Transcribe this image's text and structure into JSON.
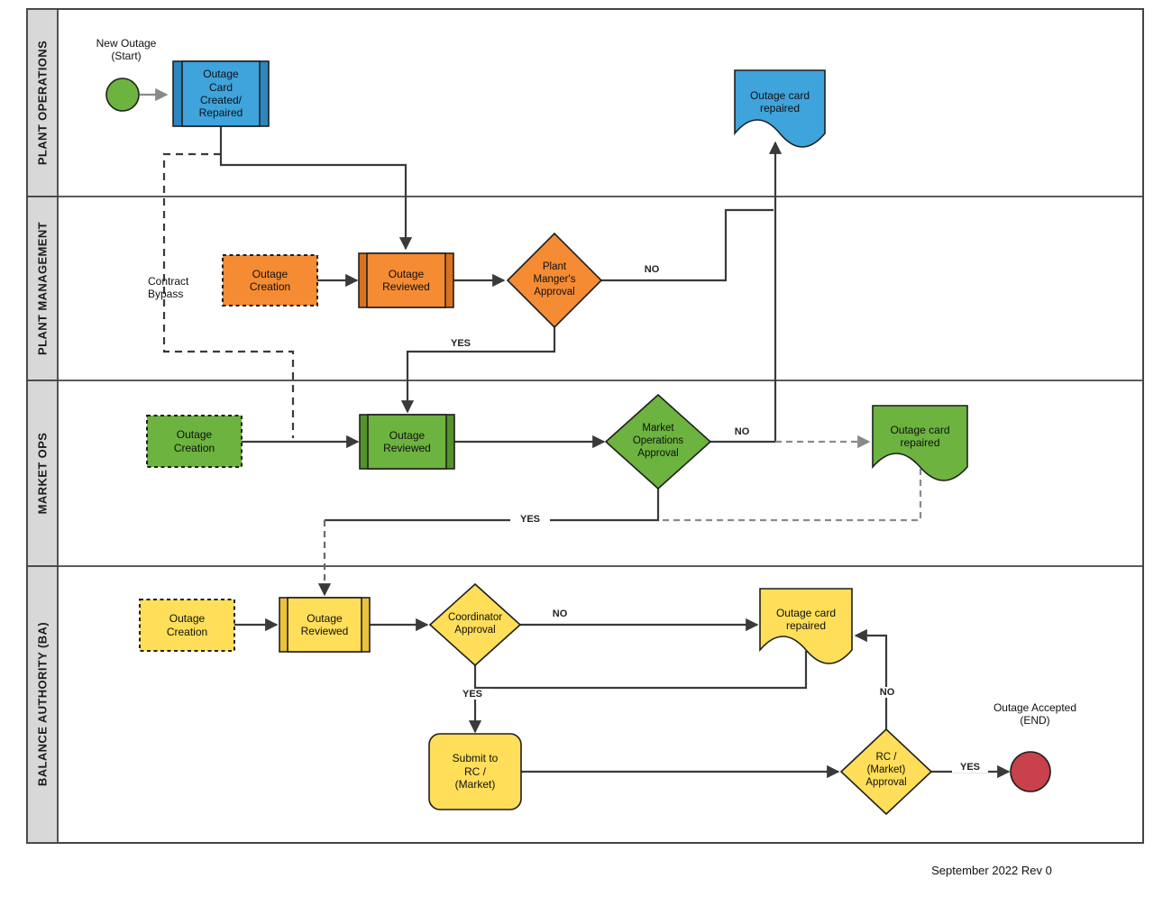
{
  "footer": "September 2022 Rev 0",
  "lanes": [
    {
      "label": "PLANT OPERATIONS"
    },
    {
      "label": "PLANT MANAGEMENT"
    },
    {
      "label": "MARKET OPS"
    },
    {
      "label": "BALANCE AUTHORITY (BA)"
    }
  ],
  "nodes": {
    "start_label": "New Outage\n(Start)",
    "outage_card_created": "Outage\nCard\nCreated/\nRepaired",
    "outage_card_repaired_ops": "Outage card\nrepaired",
    "contract_bypass": "Contract\nBypass",
    "outage_creation_pm": "Outage\nCreation",
    "outage_reviewed_pm": "Outage\nReviewed",
    "plant_manager_approval": "Plant\nManger's\nApproval",
    "outage_creation_mo": "Outage\nCreation",
    "outage_reviewed_mo": "Outage\nReviewed",
    "market_ops_approval": "Market\nOperations\nApproval",
    "outage_card_repaired_mo": "Outage card\nrepaired",
    "outage_creation_ba": "Outage\nCreation",
    "outage_reviewed_ba": "Outage\nReviewed",
    "coordinator_approval": "Coordinator\nApproval",
    "outage_card_repaired_ba": "Outage card\nrepaired",
    "submit_to_rc": "Submit to\nRC /\n(Market)",
    "rc_market_approval": "RC /\n(Market)\nApproval",
    "end_label": "Outage Accepted\n(END)"
  },
  "edge_labels": {
    "plant_no": "NO",
    "plant_yes": "YES",
    "market_no": "NO",
    "market_yes": "YES",
    "coordinator_no": "NO",
    "coordinator_yes": "YES",
    "rc_no": "NO",
    "rc_yes": "YES"
  },
  "colors": {
    "blue": "#3FA3DC",
    "blue_dark": "#2E86BE",
    "orange": "#F58B33",
    "orange_dark": "#D9731F",
    "green": "#6CB33F",
    "green_dark": "#55922A",
    "yellow": "#FFDE59",
    "yellow_dark": "#EAC23E",
    "red": "#C8414B",
    "lane_label_bg": "#D8D8D8",
    "connector": "#3A3A3A",
    "connector_dashed": "#8A8A8A"
  }
}
